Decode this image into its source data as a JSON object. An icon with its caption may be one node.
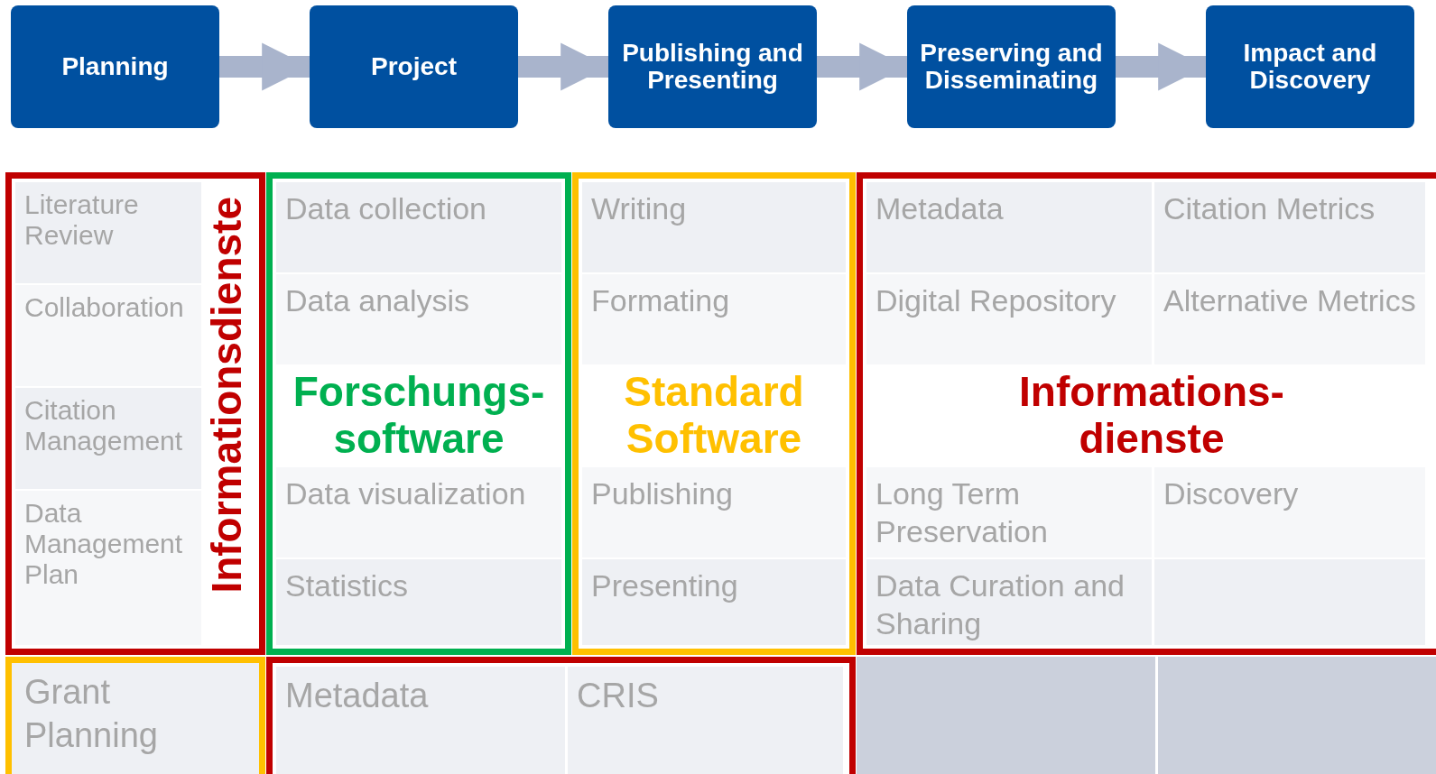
{
  "diagram": {
    "nodes": [
      {
        "text": [
          "Planning"
        ]
      },
      {
        "text": [
          "Project"
        ]
      },
      {
        "text": [
          "Publishing and Presenting"
        ]
      },
      {
        "text": [
          "Preserving and Disseminating"
        ]
      },
      {
        "text": [
          "Impact and Discovery"
        ]
      },
      {
        "text": [
          "Informationsdienste"
        ]
      },
      {
        "text": [
          "Literature Review"
        ],
        "in": 5
      },
      {
        "text": [
          "Collaboration"
        ],
        "in": 5
      },
      {
        "text": [
          "Citation Management"
        ],
        "in": 5
      },
      {
        "text": [
          "Data Management Plan"
        ],
        "in": 5
      },
      {
        "text": [
          "Forschungs- software"
        ]
      },
      {
        "text": [
          "Data collection"
        ],
        "in": 10
      },
      {
        "text": [
          "Data analysis"
        ],
        "in": 10
      },
      {
        "text": [
          "Data visualization"
        ],
        "in": 10
      },
      {
        "text": [
          "Statistics"
        ],
        "in": 10
      },
      {
        "text": [
          "Standard Software"
        ]
      },
      {
        "text": [
          "Writing"
        ],
        "in": 15
      },
      {
        "text": [
          "Formating"
        ],
        "in": 15
      },
      {
        "text": [
          "Publishing"
        ],
        "in": 15
      },
      {
        "text": [
          "Presenting"
        ],
        "in": 15
      },
      {
        "text": [
          "Informations- dienste"
        ]
      },
      {
        "text": [
          "Metadata"
        ],
        "in": 20
      },
      {
        "text": [
          "Citation Metrics"
        ],
        "in": 20
      },
      {
        "text": [
          "Digital Repository"
        ],
        "in": 20
      },
      {
        "text": [
          "Alternative Metrics"
        ],
        "in": 20
      },
      {
        "text": [
          "Long Term Preservation"
        ],
        "in": 20
      },
      {
        "text": [
          "Discovery"
        ],
        "in": 20
      },
      {
        "text": [
          "Data Curation and Sharing"
        ],
        "in": 20
      },
      {
        "text": [],
        "shape": "box",
        "in": 20
      },
      {
        "text": [
          "Grant Planning"
        ]
      },
      {
        "text": [],
        "shape": "box"
      },
      {
        "text": [
          "Metadata"
        ],
        "in": 30
      },
      {
        "text": [
          "CRIS"
        ],
        "in": 30
      },
      {
        "text": [],
        "shape": "box"
      },
      {
        "text": [],
        "shape": "box"
      }
    ],
    "edges": [
      {
        "from": 0,
        "to": 1,
        "arrow": "to"
      },
      {
        "from": 1,
        "to": 2,
        "arrow": "to"
      },
      {
        "from": 2,
        "to": 3,
        "arrow": "to"
      },
      {
        "from": 3,
        "to": 4,
        "arrow": "to"
      }
    ]
  }
}
